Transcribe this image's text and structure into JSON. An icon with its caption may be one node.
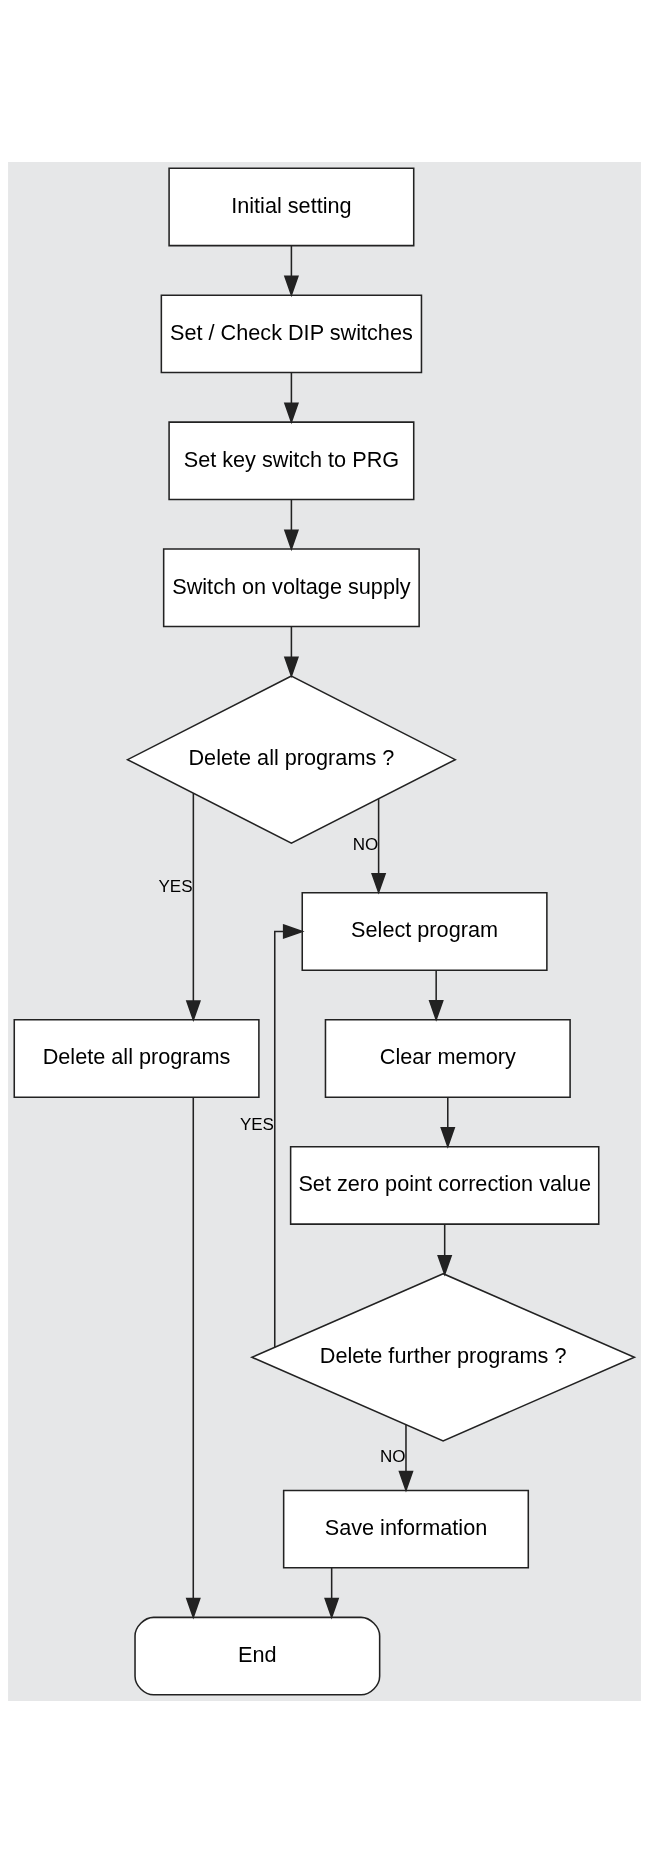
{
  "diagram": {
    "nodes": [
      {
        "text": [
          "Initial setting"
        ]
      },
      {
        "text": [
          "Set / Check DIP switches"
        ]
      },
      {
        "text": [
          "Set key switch to PRG"
        ]
      },
      {
        "text": [
          "Switch on voltage supply"
        ]
      },
      {
        "text": [
          "Delete all programs ?"
        ]
      },
      {
        "text": [
          "Delete all programs"
        ]
      },
      {
        "text": [
          "Select program"
        ]
      },
      {
        "text": [
          "Clear memory"
        ]
      },
      {
        "text": [
          "Set zero point correction value"
        ]
      },
      {
        "text": [
          "Delete further programs ?"
        ]
      },
      {
        "text": [
          "Save information"
        ]
      },
      {
        "text": [
          "End"
        ]
      }
    ],
    "edges": [
      {
        "from": 0,
        "to": 1,
        "arrow": "to"
      },
      {
        "from": 1,
        "to": 2,
        "arrow": "to"
      },
      {
        "from": 2,
        "to": 3,
        "arrow": "to"
      },
      {
        "from": 3,
        "to": 4,
        "arrow": "to"
      },
      {
        "from": 4,
        "to": 5,
        "arrow": "to",
        "label": "YES"
      },
      {
        "from": 4,
        "to": 6,
        "arrow": "to",
        "label": "NO"
      },
      {
        "from": 5,
        "to": 11,
        "arrow": "to"
      },
      {
        "from": 6,
        "to": 7,
        "arrow": "to"
      },
      {
        "from": 7,
        "to": 8,
        "arrow": "to"
      },
      {
        "from": 8,
        "to": 9,
        "arrow": "to"
      },
      {
        "from": 9,
        "to": 6,
        "arrow": "to",
        "label": "YES"
      },
      {
        "from": 9,
        "to": 10,
        "arrow": "to",
        "label": "NO"
      },
      {
        "from": 10,
        "to": 11,
        "arrow": "to"
      }
    ]
  }
}
